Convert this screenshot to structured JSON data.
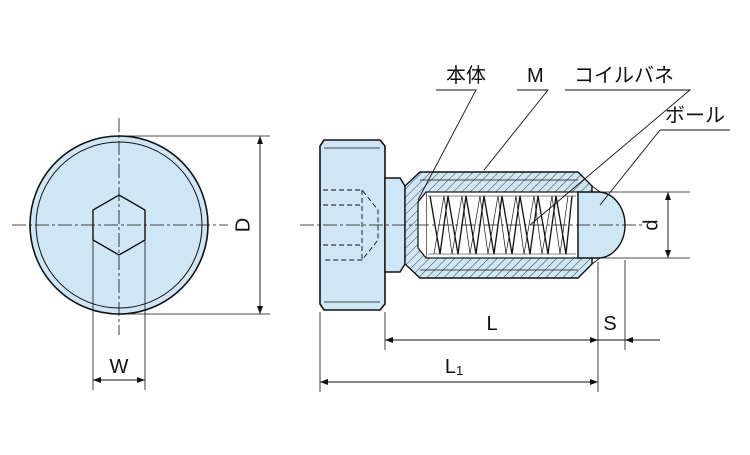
{
  "labels": {
    "body": "本体",
    "thread": "M",
    "spring": "コイルバネ",
    "ball": "ボール"
  },
  "dimensions": {
    "D": "D",
    "W": "W",
    "d": "d",
    "L": "L",
    "S": "S",
    "L1": "L",
    "L1_sub": "1"
  },
  "colors": {
    "fill": "#cfe6f4",
    "line": "#111111",
    "leader": "#111111"
  }
}
